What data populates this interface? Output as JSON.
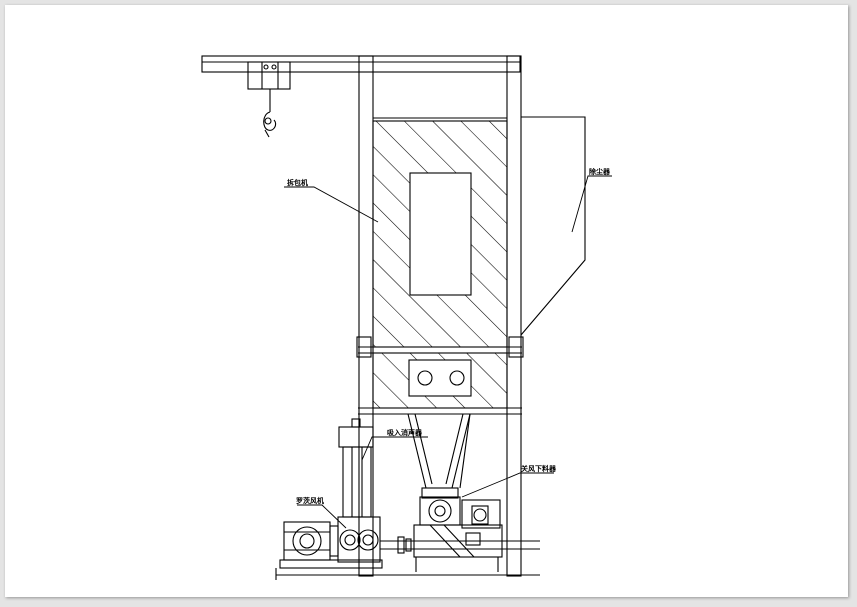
{
  "labels": {
    "bag_unloader": "拆包机",
    "dust_collector": "除尘器",
    "silencer": "吸入消声器",
    "rotary_valve": "关风下料器",
    "roots_blower": "罗茨风机"
  },
  "colors": {
    "line": "#000000",
    "paper": "#ffffff",
    "background": "#e4e4e4"
  }
}
